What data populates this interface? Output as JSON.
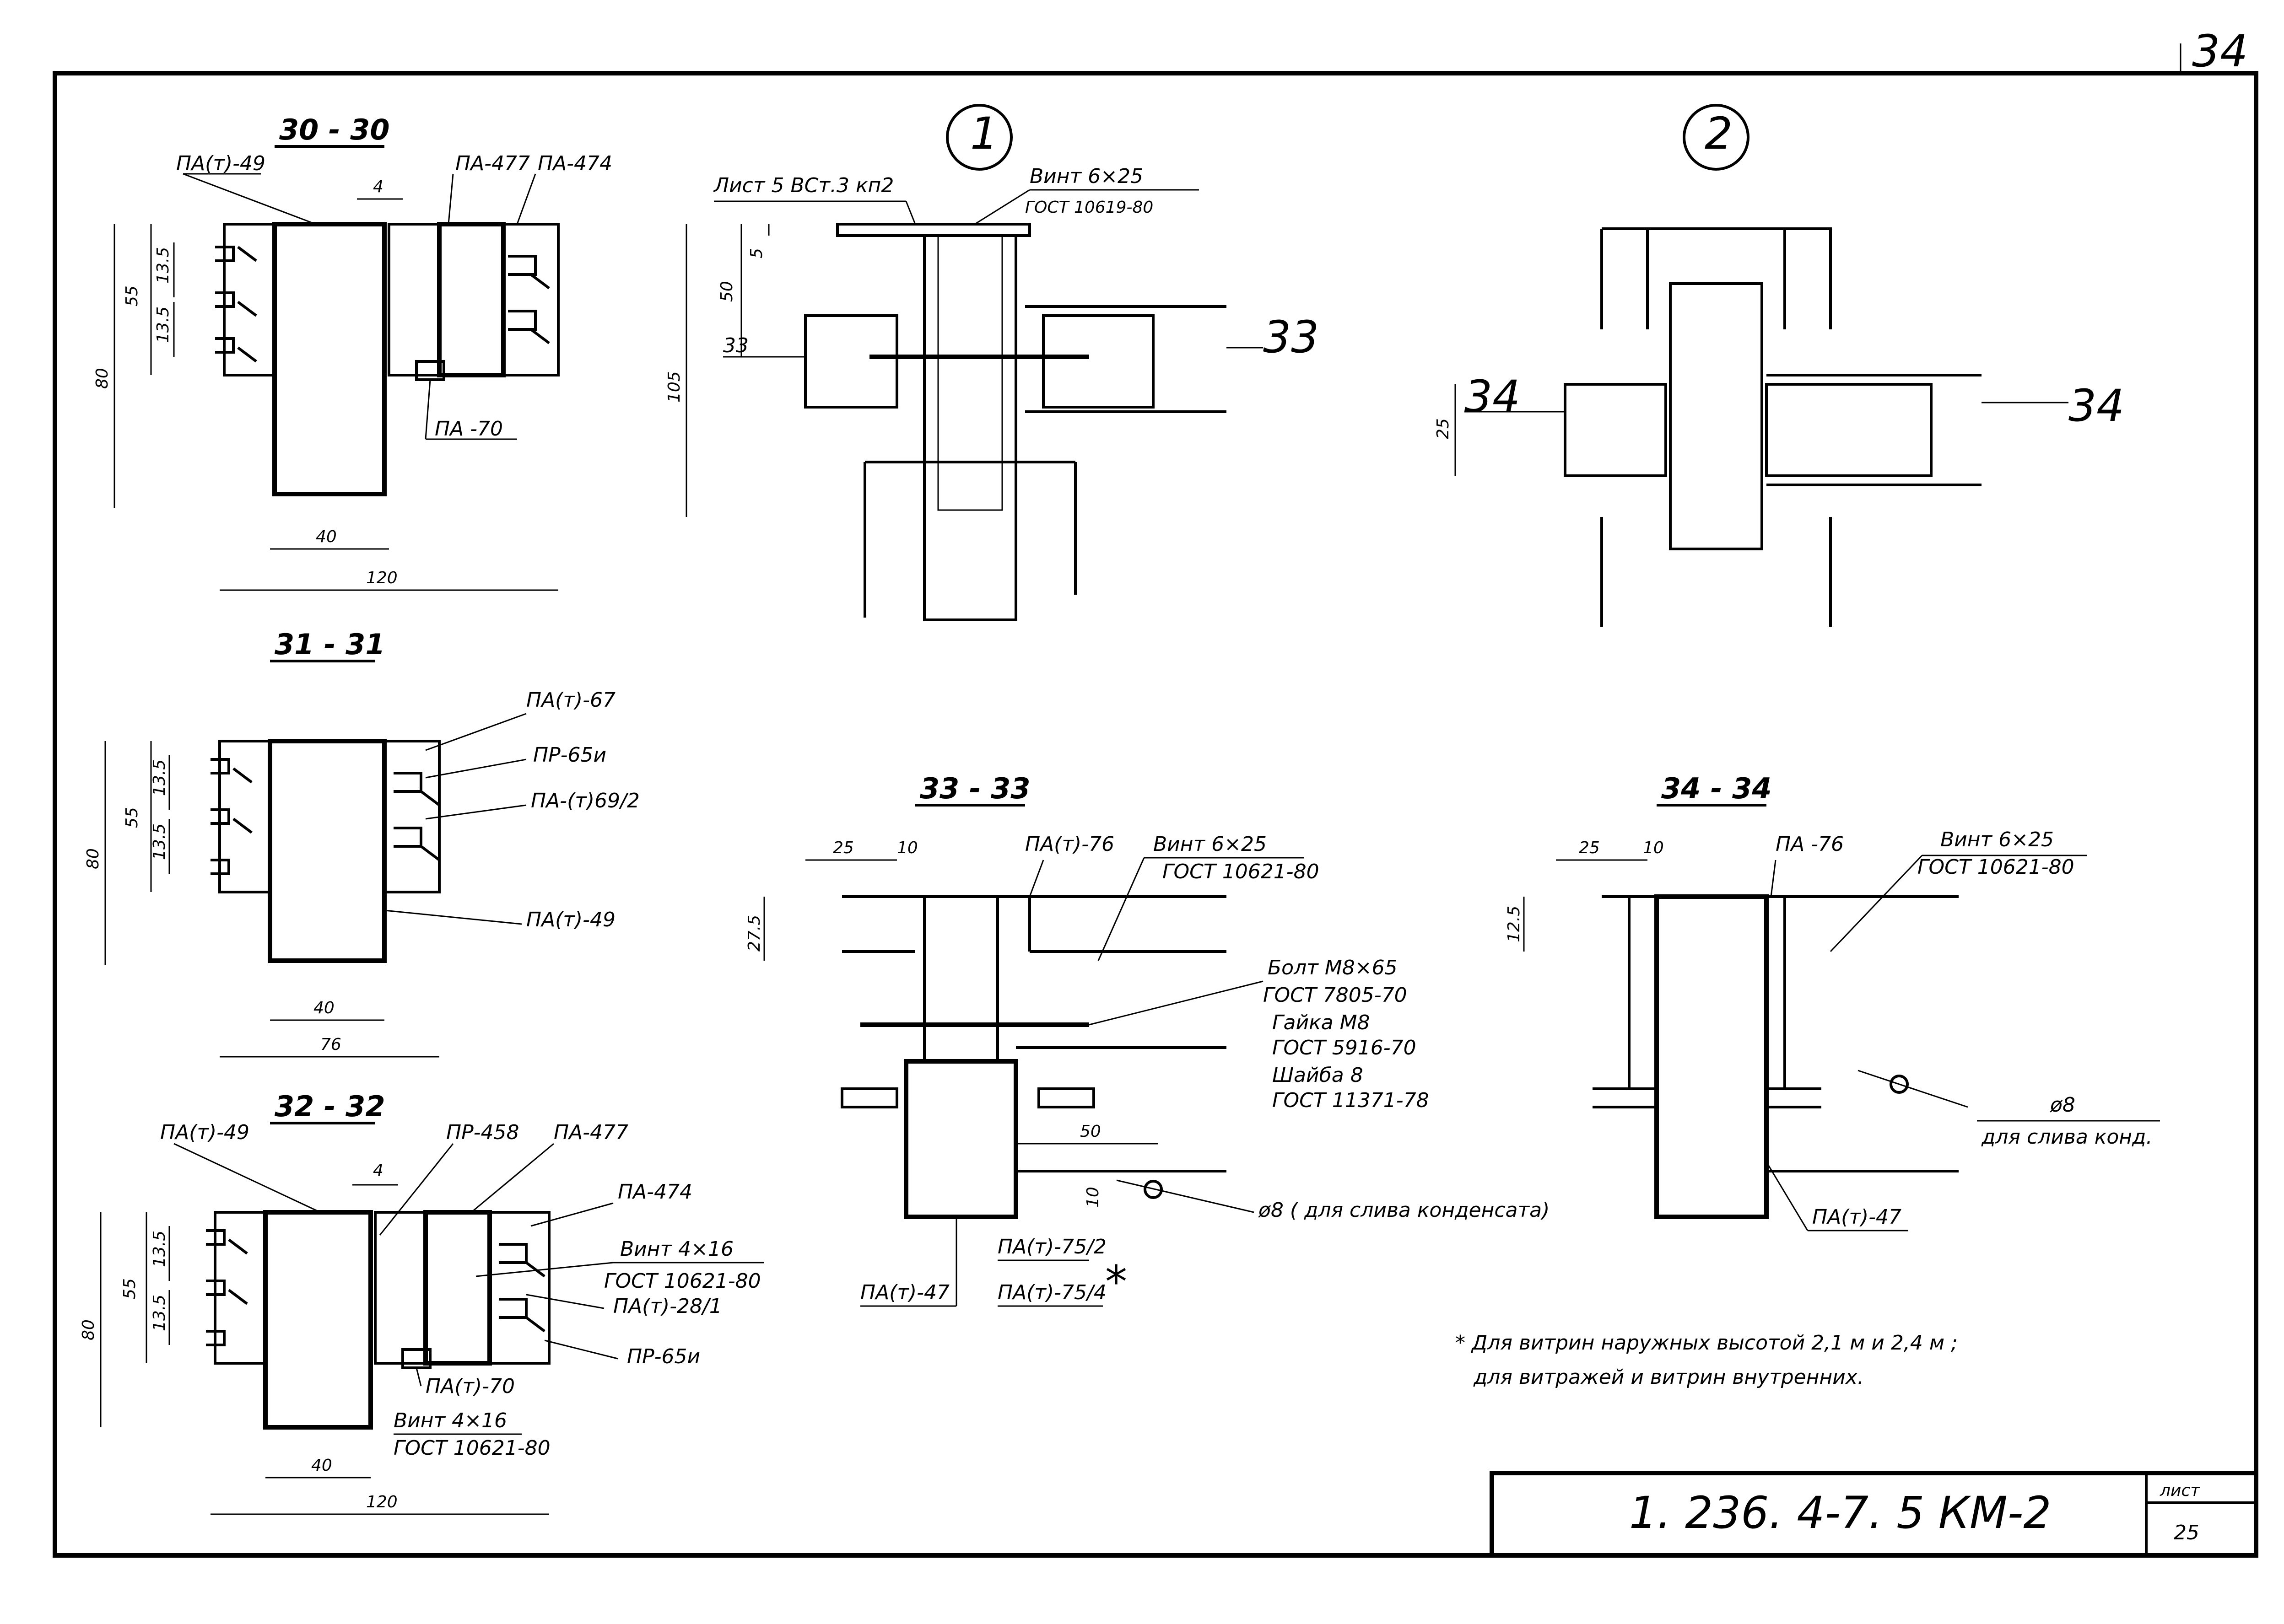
{
  "sheet": {
    "page_number": "34",
    "drawing_code": "1. 236. 4-7. 5 КМ-2",
    "sheet_label": "лист",
    "sheet_number": "25"
  },
  "sections": {
    "s30": {
      "title": "30 - 30",
      "labels": [
        "ПА(т)-49",
        "ПА-477",
        "ПА-474",
        "ПА -70"
      ],
      "dims": [
        "4",
        "55",
        "13.5",
        "13.5",
        "80",
        "40",
        "120"
      ]
    },
    "s31": {
      "title": "31 - 31",
      "labels": [
        "ПА(т)-67",
        "ПР-65и",
        "ПА-(т)69/2",
        "ПА(т)-49"
      ],
      "dims": [
        "13.5",
        "55",
        "13.5",
        "80",
        "40",
        "76"
      ]
    },
    "s32": {
      "title": "32 - 32",
      "labels": [
        "ПА(т)-49",
        "ПР-458",
        "ПА-477",
        "ПА-474",
        "Винт 4×16",
        "ГОСТ 10621-80",
        "ПА(т)-28/1",
        "ПР-65и",
        "ПА(т)-70",
        "Винт 4×16",
        "ГОСТ 10621-80"
      ],
      "dims": [
        "4",
        "13.5",
        "55",
        "13.5",
        "80",
        "40",
        "120"
      ]
    },
    "node1": {
      "title": "1",
      "labels": [
        "Лист 5 ВСт.3 кп2",
        "Винт 6×25",
        "ГОСТ 10619-80"
      ],
      "dims": [
        "5",
        "50",
        "105"
      ],
      "section_marks": [
        "33",
        "33"
      ]
    },
    "node2": {
      "title": "2",
      "dims": [
        "25"
      ],
      "section_marks": [
        "34",
        "34"
      ]
    },
    "s33": {
      "title": "33 - 33",
      "labels": [
        "ПА(т)-76",
        "Винт 6×25",
        "ГОСТ 10621-80",
        "Болт М8×65",
        "ГОСТ 7805-70",
        "Гайка М8",
        "ГОСТ 5916-70",
        "Шайба 8",
        "ГОСТ 11371-78",
        "ø8 ( для слива конденсата)",
        "ПА(т)-75/2",
        "ПА(т)-75/4",
        "*",
        "ПА(т)-47"
      ],
      "dims": [
        "25",
        "10",
        "27.5",
        "50",
        "10"
      ]
    },
    "s34": {
      "title": "34 - 34",
      "labels": [
        "ПА -76",
        "Винт 6×25",
        "ГОСТ 10621-80",
        "ø8",
        "для слива конд.",
        "ПА(т)-47"
      ],
      "dims": [
        "25",
        "10",
        "12.5"
      ]
    }
  },
  "footnote": {
    "line1": "* Для витрин наружных высотой 2,1 м и 2,4 м ;",
    "line2": "для витражей и витрин внутренних."
  }
}
